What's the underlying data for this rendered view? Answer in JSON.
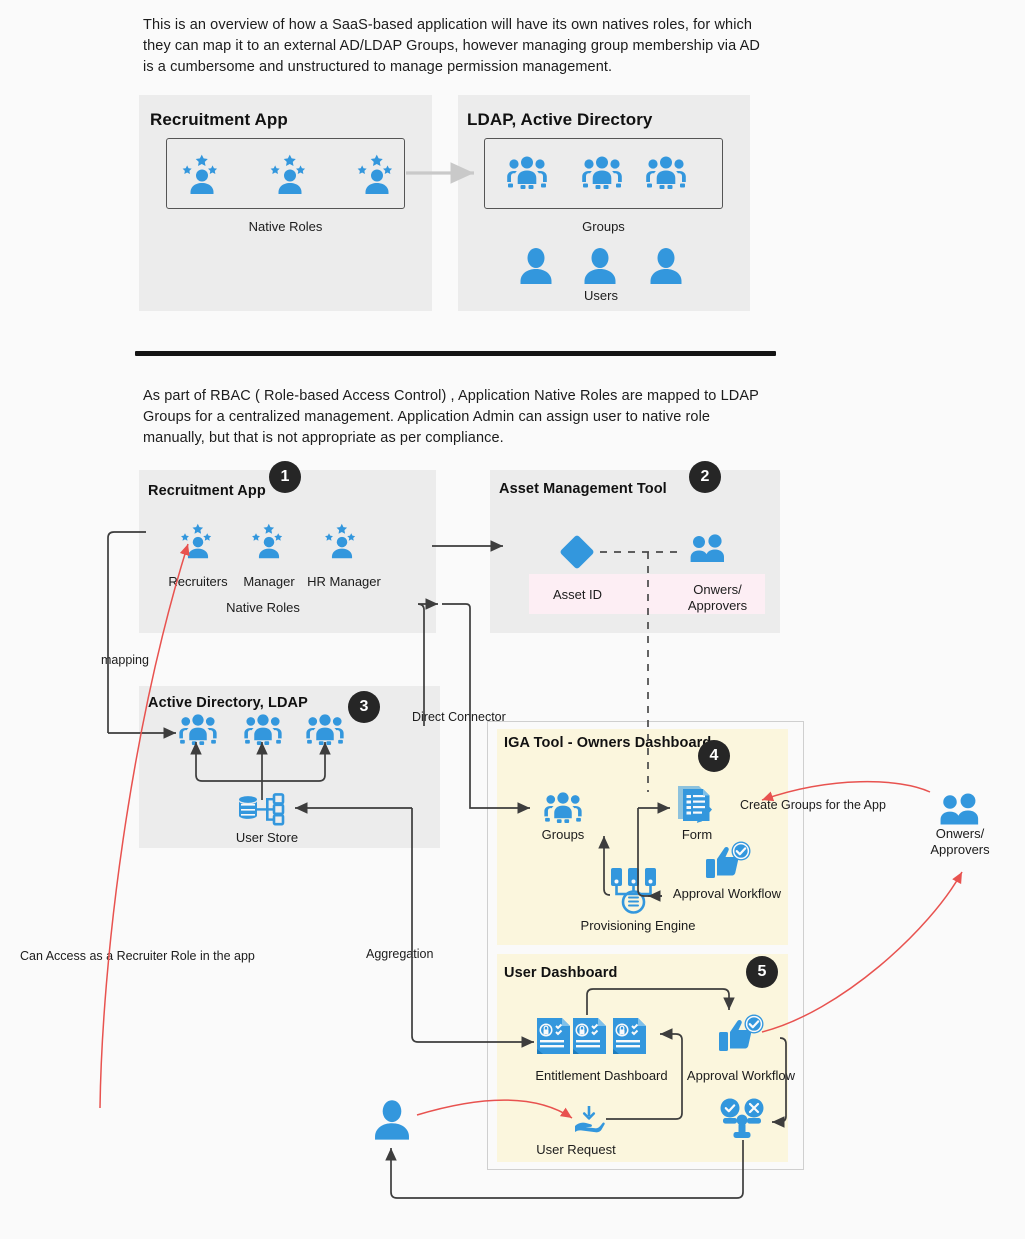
{
  "intro": {
    "paragraph_1": "This is an overview of how a SaaS-based application will have its own natives roles, for which they can map it to an external AD/LDAP Groups, however managing group membership via AD is a cumbersome and unstructured to manage permission management.",
    "paragraph_2": "As part of RBAC ( Role-based Access Control) , Application Native Roles are mapped to LDAP Groups for a centralized management. Application Admin can assign user to native role manually, but that is not appropriate as per compliance."
  },
  "top_diagram": {
    "recruitment_app": {
      "title": "Recruitment App",
      "roles_caption": "Native Roles",
      "role_icons": [
        "role-star-user-icon",
        "role-star-user-icon",
        "role-star-user-icon"
      ]
    },
    "ldap_ad": {
      "title": "LDAP, Active Directory",
      "groups_caption": "Groups",
      "users_caption": "Users",
      "group_icons": [
        "group-icon",
        "group-icon",
        "group-icon"
      ],
      "user_icons": [
        "user-icon",
        "user-icon",
        "user-icon"
      ]
    }
  },
  "bottom_diagram": {
    "recruitment_app": {
      "badge": "1",
      "title": "Recruitment App",
      "roles": [
        "Recruiters",
        "Manager",
        "HR Manager"
      ],
      "roles_caption": "Native Roles"
    },
    "asset_management": {
      "badge": "2",
      "title": "Asset Management Tool",
      "asset_label": "Asset ID",
      "owners_label": "Onwers/\nApprovers",
      "asset_icon": "diamond-icon",
      "owners_icon": "two-people-icon"
    },
    "active_directory": {
      "badge": "3",
      "title": "Active Directory, LDAP",
      "user_store_caption": "User Store",
      "group_icons": [
        "group-icon",
        "group-icon",
        "group-icon"
      ],
      "user_store_icon": "database-tree-icon"
    },
    "iga_tool": {
      "badge": "4",
      "title": "IGA Tool - Owners Dashboard",
      "groups_caption": "Groups",
      "form_caption": "Form",
      "approval_caption": "Approval Workflow",
      "provisioning_caption": "Provisioning Engine"
    },
    "user_dashboard": {
      "badge": "5",
      "title": "User Dashboard",
      "entitlement_caption": "Entitlement Dashboard",
      "approval_caption": "Approval Workflow",
      "user_request_caption": "User Request"
    },
    "external": {
      "owners_approvers_label": "Onwers/\nApprovers",
      "owners_approvers_icon": "two-people-icon",
      "end_user_icon": "user-icon"
    },
    "annotations": {
      "mapping": "mapping",
      "direct_connector": "Direct Connector",
      "aggregation": "Aggregation",
      "create_groups": "Create Groups for the App",
      "can_access": "Can Access as a Recruiter Role in the app"
    }
  },
  "colors": {
    "brand_blue": "#3397dd",
    "panel_gray": "#ececec",
    "panel_cream": "#fbf6dd",
    "panel_pink": "#fdeef4",
    "badge_dark": "#262626",
    "arrow_dark": "#3d3d3d",
    "arrow_red": "#e8524f",
    "page_bg": "#fafafa"
  }
}
